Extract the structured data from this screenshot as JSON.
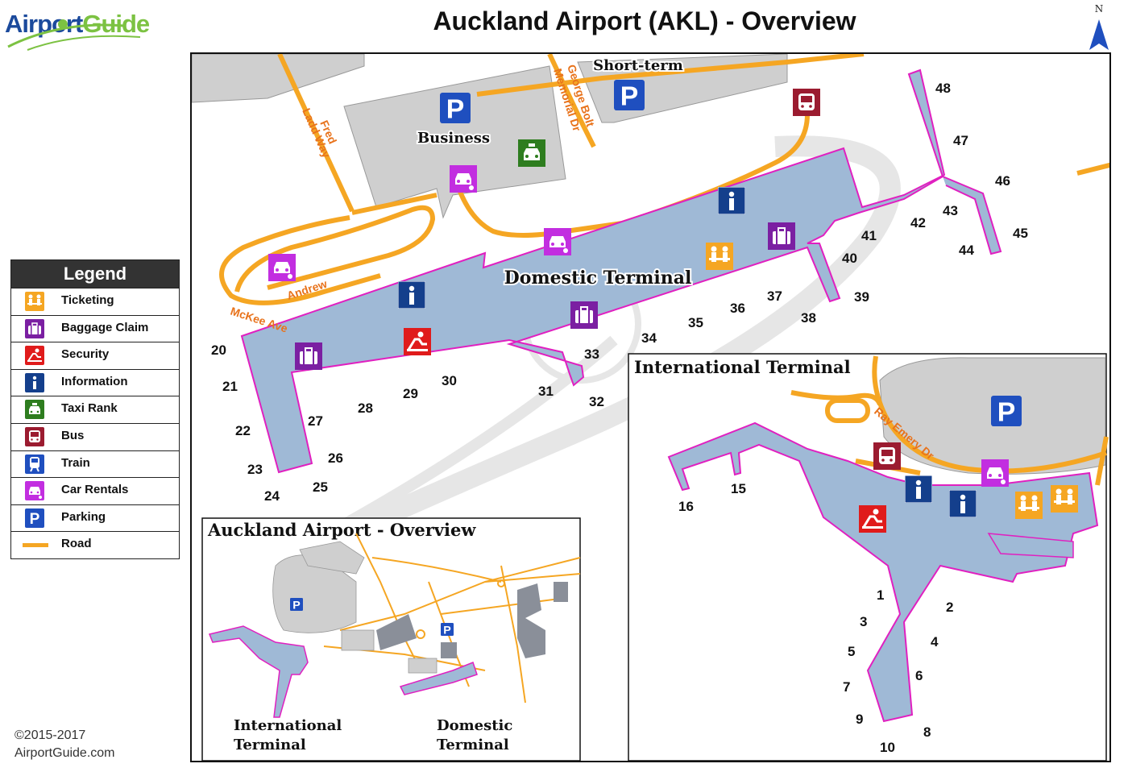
{
  "header": {
    "logo_part1": "Airport",
    "logo_part2": "Guide",
    "title": "Auckland Airport (AKL) - Overview",
    "north_label": "N"
  },
  "legend": {
    "title": "Legend",
    "items": [
      {
        "label": "Ticketing",
        "icon": "ticketing-icon",
        "color": "#f5a623"
      },
      {
        "label": "Baggage Claim",
        "icon": "baggage-claim-icon",
        "color": "#7b1fa2"
      },
      {
        "label": "Security",
        "icon": "security-icon",
        "color": "#e01b1b"
      },
      {
        "label": "Information",
        "icon": "information-icon",
        "color": "#143f8c"
      },
      {
        "label": "Taxi Rank",
        "icon": "taxi-icon",
        "color": "#2e7d1f"
      },
      {
        "label": "Bus",
        "icon": "bus-icon",
        "color": "#9b1b30"
      },
      {
        "label": "Train",
        "icon": "train-icon",
        "color": "#1f4fbf"
      },
      {
        "label": "Car Rentals",
        "icon": "car-rental-icon",
        "color": "#c22ee0"
      },
      {
        "label": "Parking",
        "icon": "parking-icon",
        "color": "#1f4fbf"
      },
      {
        "label": "Road",
        "icon": "road-line",
        "color": "#f5a623"
      }
    ]
  },
  "map": {
    "domestic_terminal_label": "Domestic Terminal",
    "international_terminal_label": "International Terminal",
    "business_parking_label": "Business",
    "short_term_parking_label": "Short-term",
    "parking_symbol": "P",
    "info_symbol": "i",
    "roads": {
      "fred_ladd_1": "Fred",
      "fred_ladd_2": "Ladd Way",
      "george_bolt_1": "George Bolt",
      "george_bolt_2": "Memorial Dr",
      "andrew": "Andrew",
      "mckee": "McKee Ave",
      "ray_emery": "Ray Emery Dr"
    },
    "domestic_gates": [
      "20",
      "21",
      "22",
      "23",
      "24",
      "25",
      "26",
      "27",
      "28",
      "29",
      "30",
      "31",
      "32",
      "33",
      "34",
      "35",
      "36",
      "37",
      "38",
      "39",
      "40",
      "41",
      "42",
      "43",
      "44",
      "45",
      "46",
      "47",
      "48"
    ],
    "international_gates": [
      "1",
      "2",
      "3",
      "4",
      "5",
      "6",
      "7",
      "8",
      "9",
      "10",
      "15",
      "16"
    ]
  },
  "inset": {
    "title": "Auckland Airport - Overview",
    "intl_label_1": "International",
    "intl_label_2": "Terminal",
    "dom_label_1": "Domestic",
    "dom_label_2": "Terminal"
  },
  "footer": {
    "copyright": "©2015-2017",
    "site": "AirportGuide.com"
  },
  "colors": {
    "terminal_fill": "#9fb9d6",
    "terminal_outline": "#e020c0",
    "road": "#f5a623",
    "building": "#cfcfcf"
  }
}
